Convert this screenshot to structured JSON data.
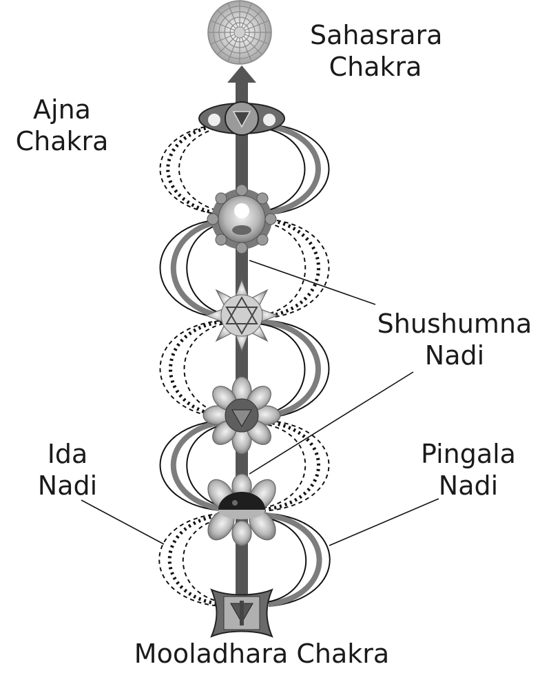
{
  "labels": {
    "sahasrara": [
      "Sahasrara",
      "Chakra"
    ],
    "ajna": [
      "Ajna",
      "Chakra"
    ],
    "shushumna": [
      "Shushumna",
      "Nadi"
    ],
    "ida": [
      "Ida",
      "Nadi"
    ],
    "pingala": [
      "Pingala",
      "Nadi"
    ],
    "mooladhara": "Mooladhara Chakra"
  },
  "colors": {
    "channel": "#555555",
    "outline": "#111111",
    "petal": "#9a9a9a",
    "petal_light": "#d0d0d0"
  }
}
